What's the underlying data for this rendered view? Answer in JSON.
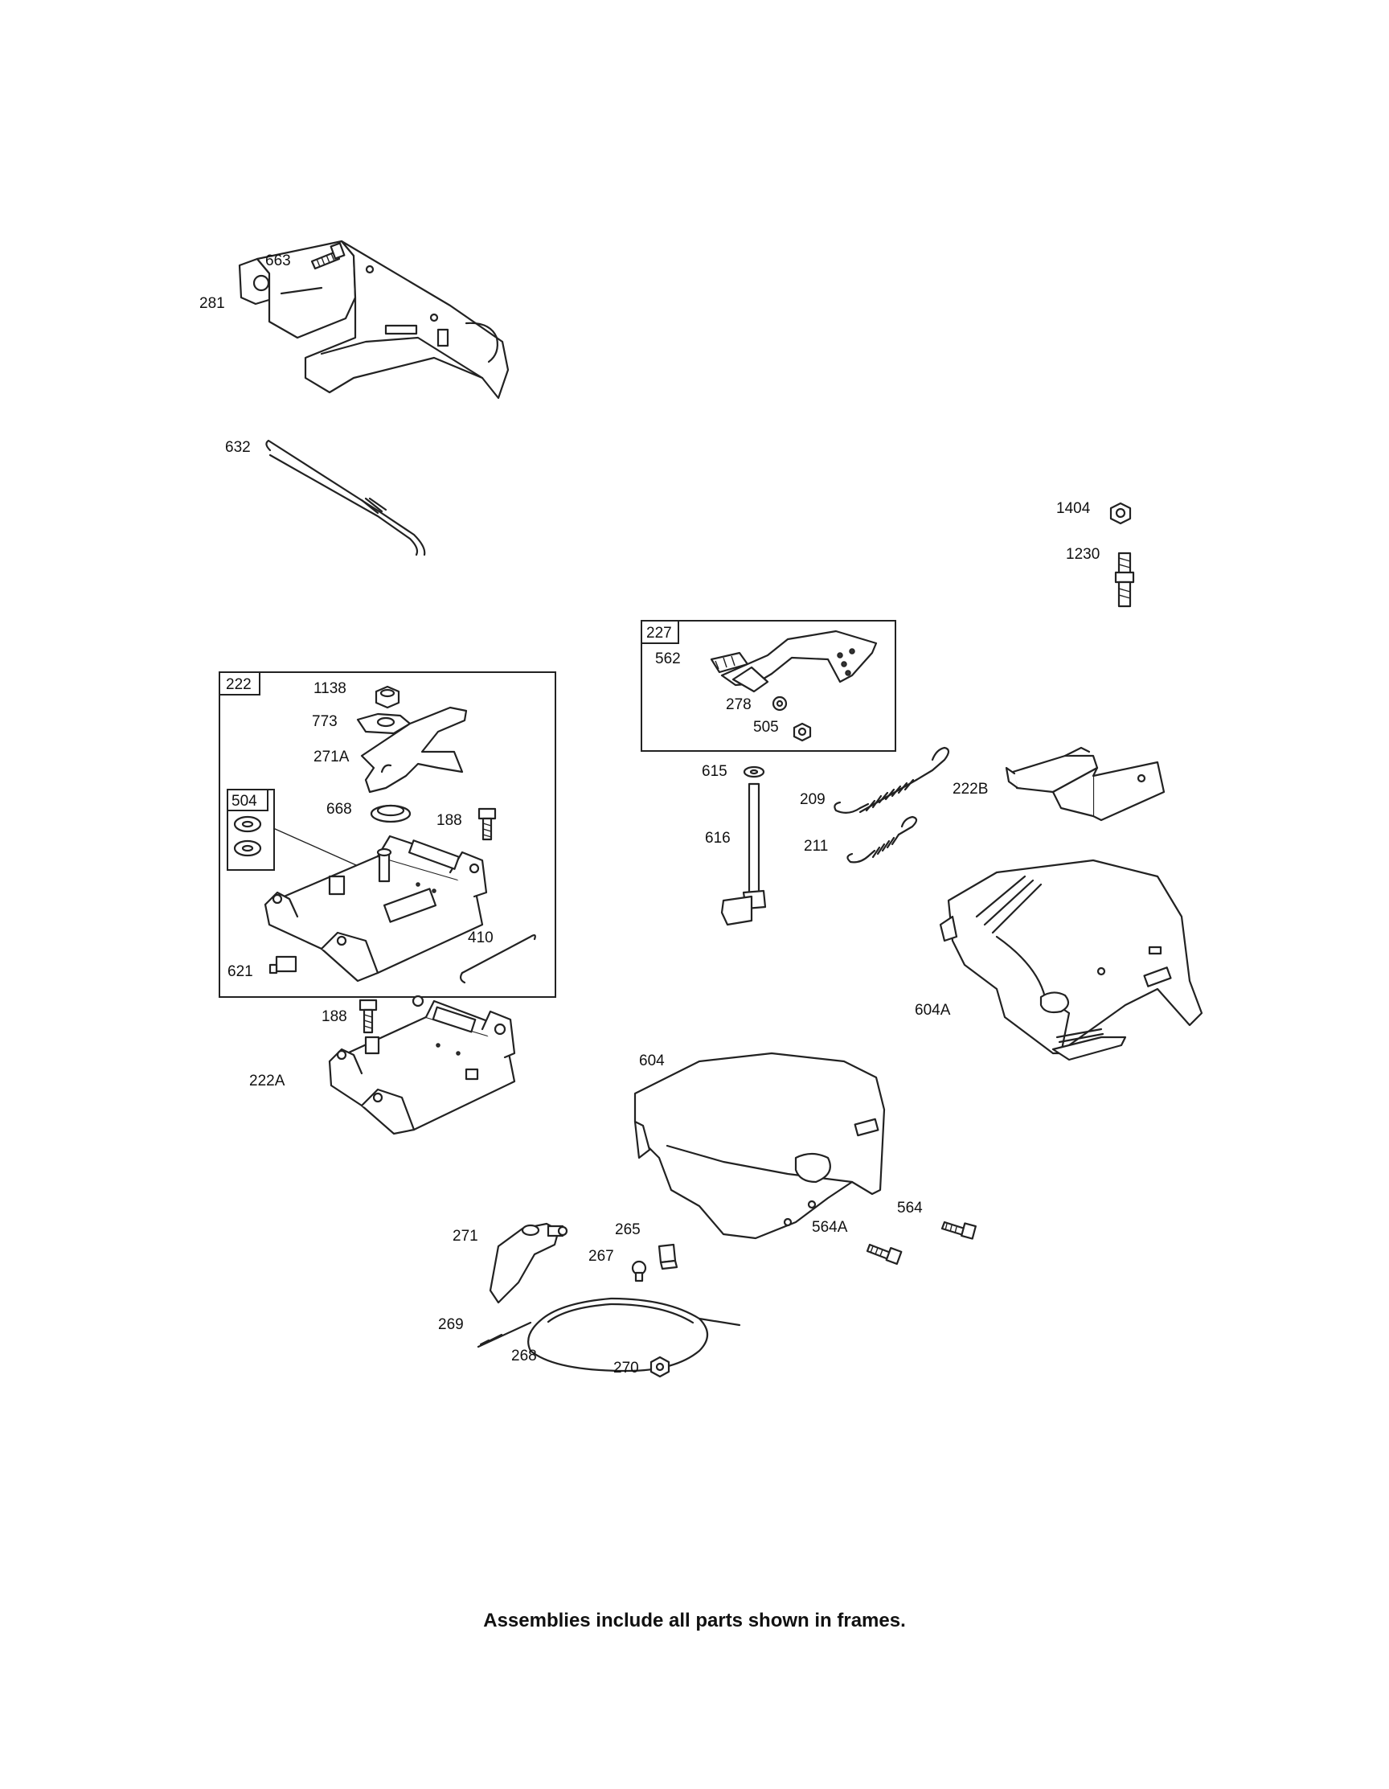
{
  "labels": {
    "p663": "663",
    "p281": "281",
    "p632": "632",
    "p1404": "1404",
    "p1230": "1230",
    "p227": "227",
    "p562": "562",
    "p278": "278",
    "p505": "505",
    "p222": "222",
    "p1138": "1138",
    "p773": "773",
    "p271A": "271A",
    "p504": "504",
    "p668": "668",
    "p188a": "188",
    "p410": "410",
    "p621": "621",
    "p615": "615",
    "p616": "616",
    "p209": "209",
    "p211": "211",
    "p222B": "222B",
    "p604A": "604A",
    "p188b": "188",
    "p222A": "222A",
    "p604": "604",
    "p564": "564",
    "p564A": "564A",
    "p271": "271",
    "p265": "265",
    "p267": "267",
    "p269": "269",
    "p268": "268",
    "p270": "270"
  },
  "caption": "Assemblies include all parts shown in frames."
}
